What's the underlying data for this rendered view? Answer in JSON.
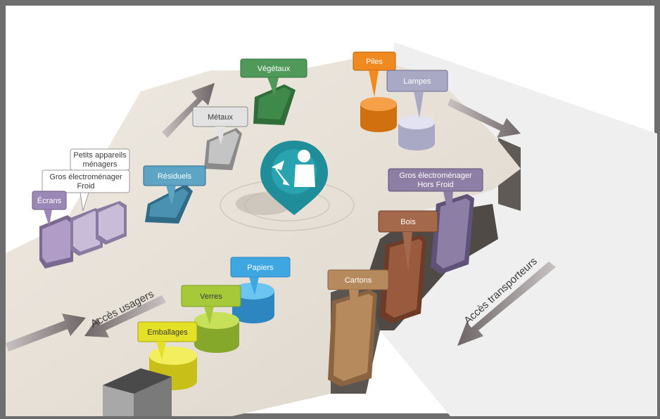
{
  "labels": {
    "vegetaux": "Végétaux",
    "piles": "Piles",
    "lampes": "Lampes",
    "metaux": "Métaux",
    "residuels": "Résiduels",
    "petits_appareils_1": "Petits appareils",
    "petits_appareils_2": "ménagers",
    "gros_froid_1": "Gros électroménager",
    "gros_froid_2": "Froid",
    "ecrans": "Écrans",
    "gros_hors_froid_1": "Gros électroménager",
    "gros_hors_froid_2": "Hors Froid",
    "bois": "Bois",
    "cartons": "Cartons",
    "papiers": "Papiers",
    "verres": "Verres",
    "emballages": "Emballages"
  },
  "access": {
    "usagers": "Accès usagers",
    "transporteurs": "Accès transporteurs"
  },
  "colors": {
    "frame": "#6e6e6e",
    "floor": "#e6e0d6",
    "wall": "#6b6660",
    "vegetaux": "#3f8a4a",
    "piles": "#f08a1e",
    "lampes": "#c9c9e6",
    "metaux": "#d8d8d8",
    "residuels": "#4a90b0",
    "appliance": "#b8a6c8",
    "gros_hors_froid": "#8c7ea4",
    "bois": "#9a5a3e",
    "cartons": "#b78a5e",
    "papiers": "#3ea6e0",
    "verres": "#a6c93a",
    "emballages": "#e4e028",
    "pin": "#1f8e9a"
  },
  "icons": [
    "location-pin-icon",
    "arrow-icon"
  ]
}
